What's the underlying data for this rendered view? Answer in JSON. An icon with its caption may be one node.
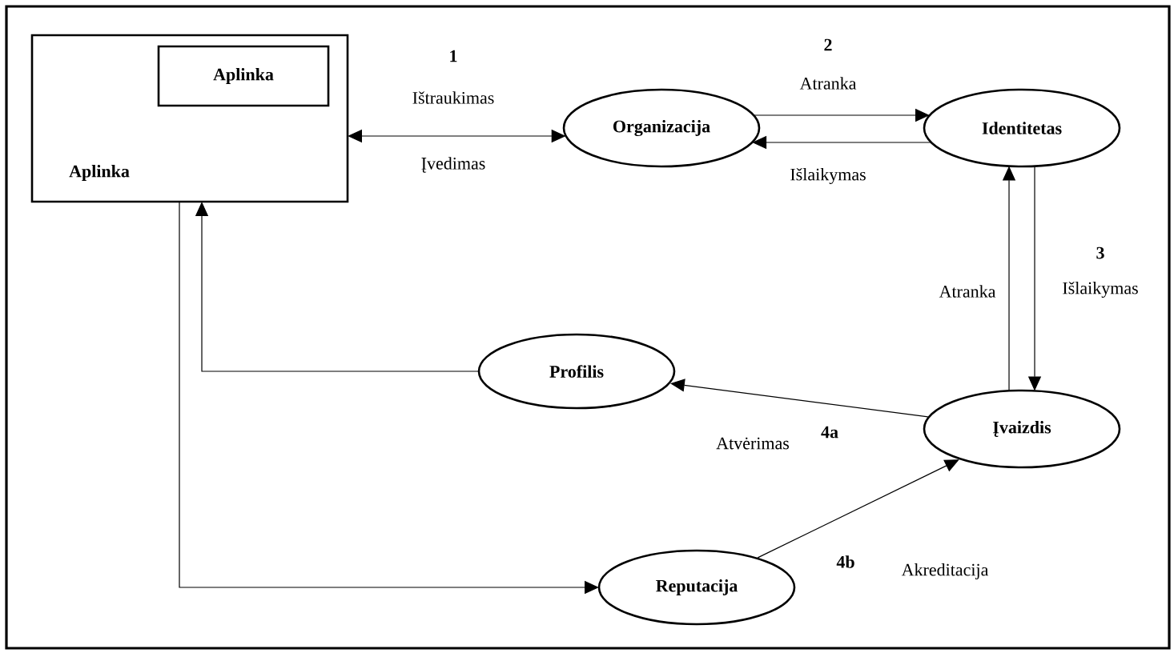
{
  "diagram": {
    "nodes": [
      {
        "text": [
          "Aplinka"
        ]
      },
      {
        "text": [
          "Aplinka"
        ],
        "in": 0
      },
      {
        "text": [
          "Organizacija"
        ]
      },
      {
        "text": [
          "Identitetas"
        ]
      },
      {
        "text": [
          "Profilis"
        ]
      },
      {
        "text": [
          "Įvaizdis"
        ]
      },
      {
        "text": [
          "Reputacija"
        ]
      }
    ],
    "edges": [
      {
        "from": 0,
        "to": 2,
        "arrow": "both",
        "label": "Ištraukimas"
      },
      {
        "from": 2,
        "to": 3,
        "arrow": "to",
        "label": "Atranka"
      },
      {
        "from": 3,
        "to": 2,
        "arrow": "to",
        "label": "Išlaikymas"
      },
      {
        "from": 5,
        "to": 3,
        "arrow": "to",
        "label": "Atranka"
      },
      {
        "from": 3,
        "to": 5,
        "arrow": "to",
        "label": "Išlaikymas"
      },
      {
        "from": 5,
        "to": 4,
        "arrow": "to",
        "label": "Atvėrimas"
      },
      {
        "from": 4,
        "to": 0,
        "arrow": "to"
      },
      {
        "from": 0,
        "to": 6,
        "arrow": "to"
      },
      {
        "from": 6,
        "to": 5,
        "arrow": "to",
        "label": "Akreditacija"
      }
    ],
    "labels": [
      "1",
      "Įvedimas",
      "2",
      "3",
      "4a",
      "4b"
    ]
  }
}
